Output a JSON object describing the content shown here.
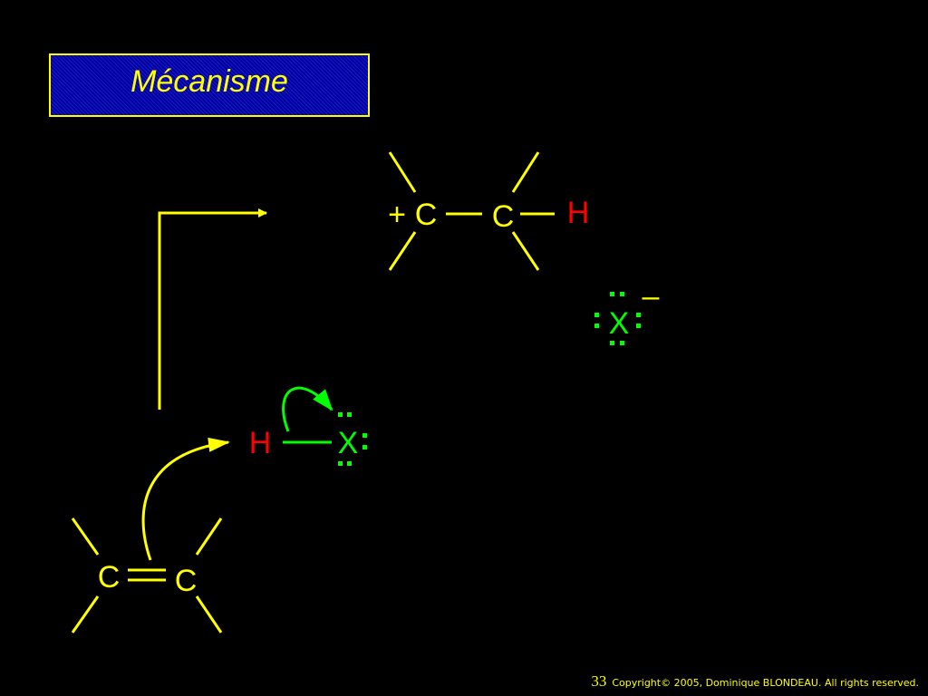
{
  "title": "Mécanisme",
  "molecules": {
    "alkene": {
      "c_left": "C",
      "c_right": "C"
    },
    "hx": {
      "h": "H",
      "x": "X"
    },
    "carbocation": {
      "charge": "+",
      "c_left": "C",
      "c_right": "C",
      "h": "H"
    },
    "halide": {
      "x": "X",
      "charge": "–"
    }
  },
  "colors": {
    "background": "#000000",
    "title_fill": "#0000a8",
    "yellow": "#ffff00",
    "red": "#ff0000",
    "green": "#00ff00"
  },
  "footer": {
    "page_number": "33",
    "copyright": "Copyright© 2005, Dominique BLONDEAU. All rights reserved."
  }
}
